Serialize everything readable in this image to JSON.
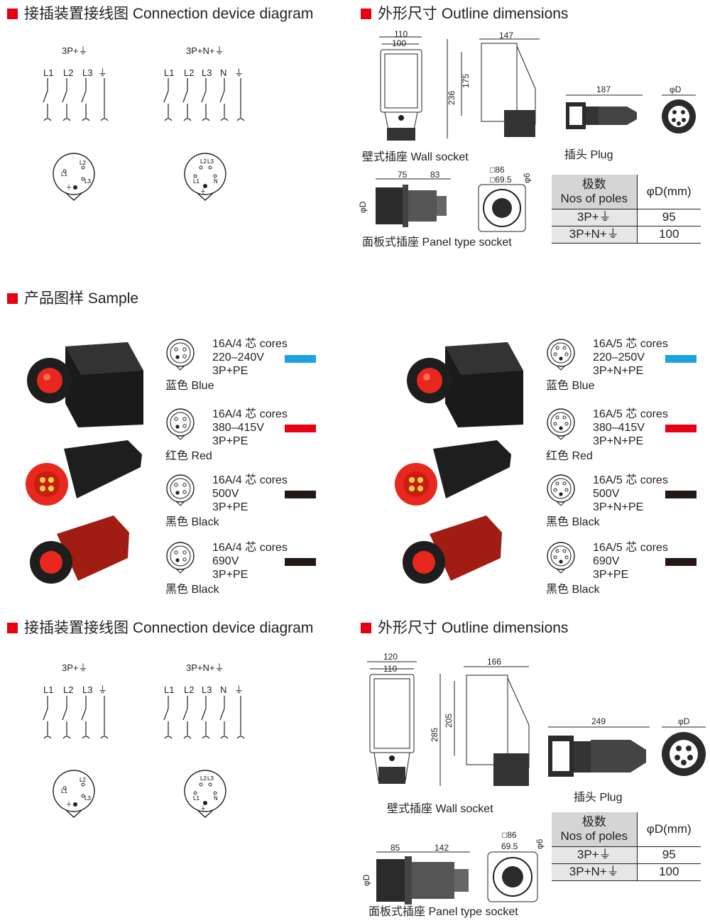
{
  "sections": {
    "conn_top": "接插装置接线图 Connection device diagram",
    "outline_top": "外形尺寸 Outline dimensions",
    "sample": "产品图样 Sample",
    "conn_bottom": "接插装置接线图 Connection device diagram",
    "outline_bottom": "外形尺寸 Outline dimensions"
  },
  "wiring": {
    "label_3p": "3P+",
    "label_3pn": "3P+N+",
    "earth": "⏚",
    "lines_3p": [
      "L1",
      "L2",
      "L3"
    ],
    "lines_3pn": [
      "L1",
      "L2",
      "L3",
      "N"
    ],
    "pin_l1": "L1",
    "pin_l2": "L2",
    "pin_l3": "L3",
    "pin_n": "N"
  },
  "outline_top": {
    "wall_width_outer": "110",
    "wall_width_inner": "100",
    "wall_height_total": "236",
    "wall_height_body": "175",
    "wall_depth": "147",
    "wall_caption": "壁式插座 Wall socket",
    "plug_length": "187",
    "plug_diameter": "φD",
    "plug_caption": "插头 Plug",
    "panel_depth_front": "75",
    "panel_depth_back": "83",
    "panel_diameter": "φD",
    "panel_square_outer": "□86",
    "panel_square_inner": "□69.5",
    "panel_hole": "φ6",
    "panel_caption": "面板式插座 Panel type socket",
    "table": {
      "header_poles": [
        "极数",
        "Nos of poles"
      ],
      "header_diameter": "φD(mm)",
      "rows": [
        {
          "poles": "3P+⏚",
          "diameter": "95"
        },
        {
          "poles": "3P+N+⏚",
          "diameter": "100"
        }
      ]
    }
  },
  "samples": {
    "left": [
      {
        "cores": "16A/4 芯 cores",
        "voltage": "220–240V",
        "poles": "3P+PE",
        "color_name": "蓝色 Blue",
        "swatch": "#1fa3e0"
      },
      {
        "cores": "16A/4 芯 cores",
        "voltage": "380–415V",
        "poles": "3P+PE",
        "color_name": "红色 Red",
        "swatch": "#e60012"
      },
      {
        "cores": "16A/4 芯 cores",
        "voltage": "500V",
        "poles": "3P+PE",
        "color_name": "黑色 Black",
        "swatch": "#231815"
      },
      {
        "cores": "16A/4 芯 cores",
        "voltage": "690V",
        "poles": "3P+PE",
        "color_name": "黑色 Black",
        "swatch": "#231815"
      }
    ],
    "right": [
      {
        "cores": "16A/5 芯 cores",
        "voltage": "220–250V",
        "poles": "3P+N+PE",
        "color_name": "蓝色 Blue",
        "swatch": "#1fa3e0"
      },
      {
        "cores": "16A/5 芯 cores",
        "voltage": "380–415V",
        "poles": "3P+N+PE",
        "color_name": "红色 Red",
        "swatch": "#e60012"
      },
      {
        "cores": "16A/5 芯 cores",
        "voltage": "500V",
        "poles": "3P+N+PE",
        "color_name": "黑色 Black",
        "swatch": "#231815"
      },
      {
        "cores": "16A/5 芯 cores",
        "voltage": "690V",
        "poles": "3P+PE",
        "color_name": "黑色 Black",
        "swatch": "#231815"
      }
    ]
  },
  "outline_bottom": {
    "wall_width_outer": "120",
    "wall_width_inner": "110",
    "wall_height_total": "285",
    "wall_height_body": "205",
    "wall_depth": "166",
    "wall_caption": "壁式插座 Wall socket",
    "plug_length": "249",
    "plug_diameter": "φD",
    "plug_caption": "插头 Plug",
    "panel_depth_front": "85",
    "panel_depth_back": "142",
    "panel_diameter": "φD",
    "panel_square_outer": "□86",
    "panel_square_inner": "69.5",
    "panel_hole": "φ6",
    "panel_caption": "面板式插座 Panel type socket",
    "table": {
      "header_poles": [
        "极数",
        "Nos of poles"
      ],
      "header_diameter": "φD(mm)",
      "rows": [
        {
          "poles": "3P+⏚",
          "diameter": "95"
        },
        {
          "poles": "3P+N+⏚",
          "diameter": "100"
        }
      ]
    }
  }
}
